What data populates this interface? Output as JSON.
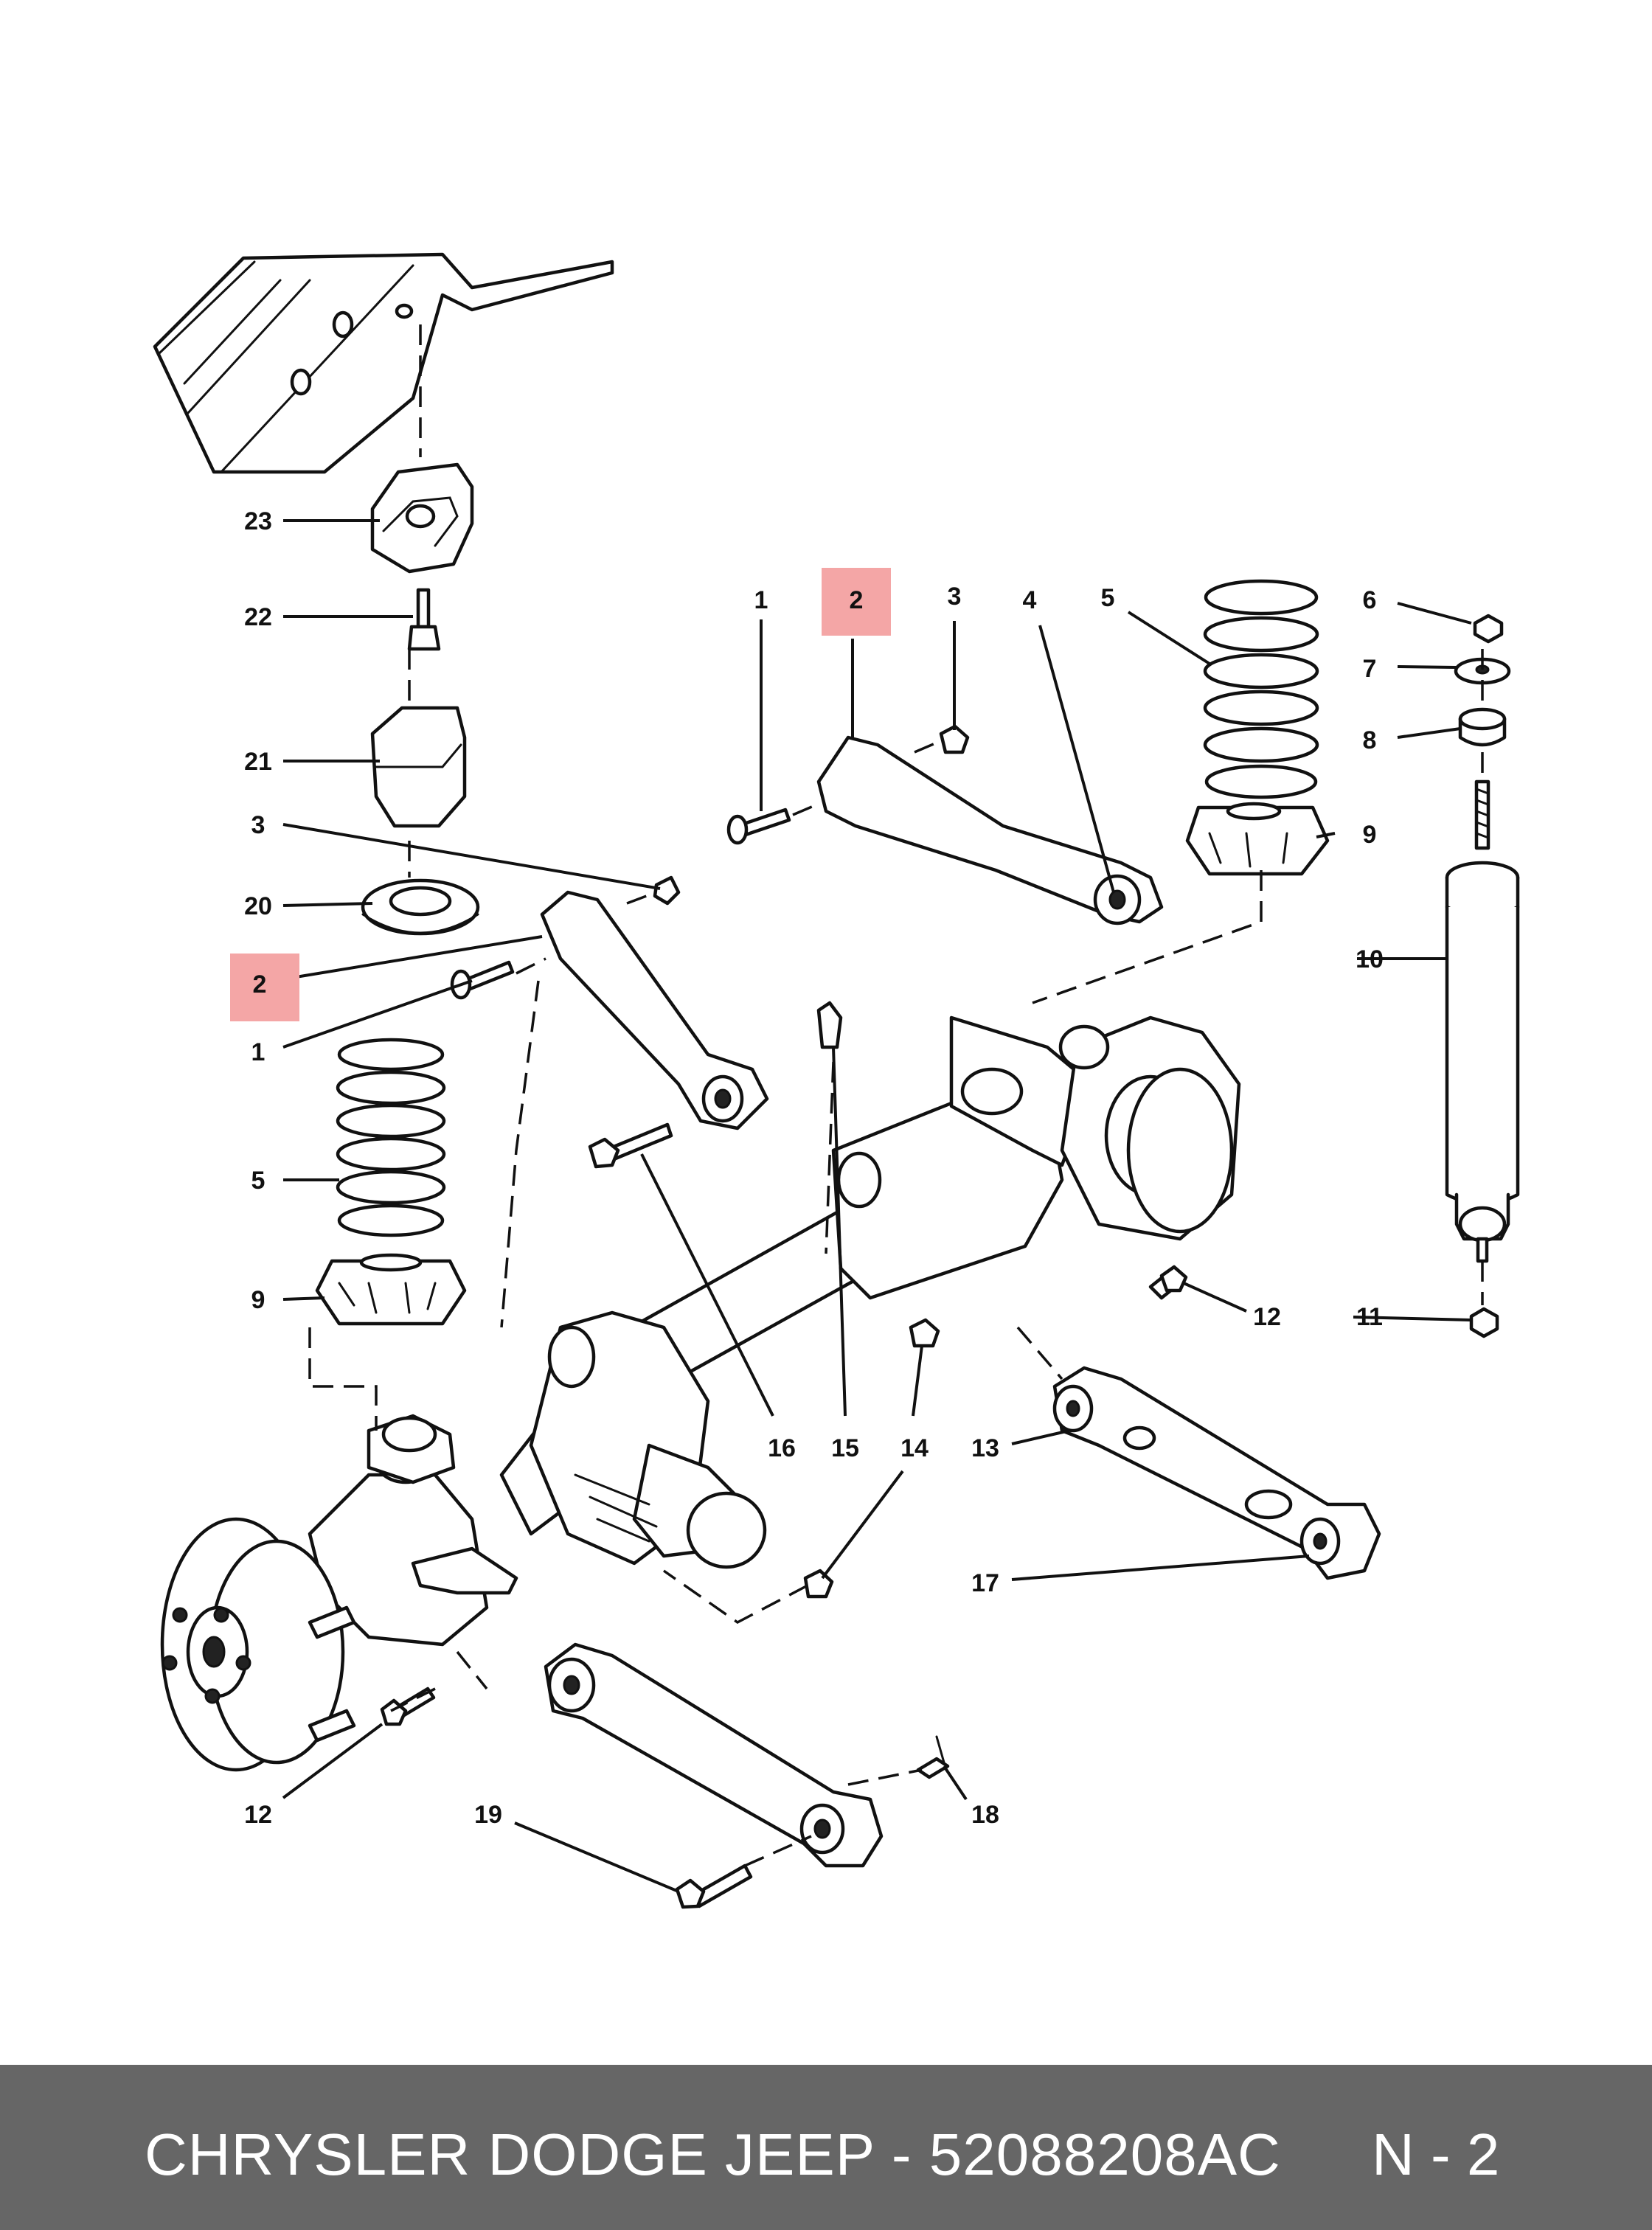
{
  "callouts": {
    "c1a": "1",
    "c2a": "2",
    "c3a": "3",
    "c4": "4",
    "c5a": "5",
    "c6": "6",
    "c7": "7",
    "c8": "8",
    "c9a": "9",
    "c10": "10",
    "c11": "11",
    "c12a": "12",
    "c23": "23",
    "c22": "22",
    "c21": "21",
    "c3b": "3",
    "c20": "20",
    "c2b": "2",
    "c1b": "1",
    "c5b": "5",
    "c9b": "9",
    "c16": "16",
    "c15": "15",
    "c14": "14",
    "c13": "13",
    "c17": "17",
    "c12b": "12",
    "c19": "19",
    "c18": "18"
  },
  "highlight": {
    "part_number": "2",
    "color": "#f4a6a6"
  },
  "footer": {
    "title": "CHRYSLER DODGE JEEP - 52088208AC",
    "page": "N - 2",
    "background": "#666666",
    "text_color": "#ffffff"
  }
}
